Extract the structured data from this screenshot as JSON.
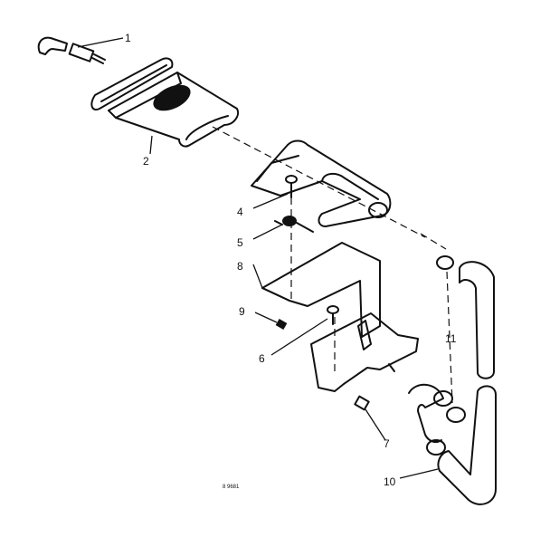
{
  "callouts": [
    "1",
    "2",
    "4",
    "5",
    "8",
    "9",
    "6",
    "7",
    "10",
    "11"
  ],
  "drawing_code": "8 9681",
  "colors": {
    "ink": "#111111",
    "paper": "#ffffff"
  }
}
